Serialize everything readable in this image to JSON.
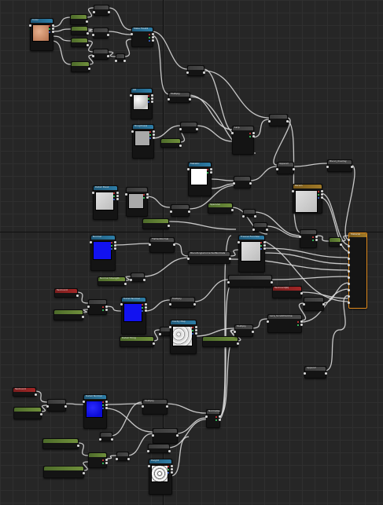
{
  "window": {
    "title": "Material Graph"
  },
  "colors": {
    "background": "#262626",
    "wire": "#d9d9d9",
    "texture_header": "#2e7ea8",
    "parameter_header": "#6f8f3b",
    "red_header": "#a32626",
    "result_border": "#e08a1c"
  },
  "nodes": [
    {
      "id": "n1",
      "kind": "tex",
      "preview": "skin",
      "title": "Color"
    },
    {
      "id": "n2",
      "kind": "param",
      "title": ""
    },
    {
      "id": "n3",
      "kind": "param",
      "title": ""
    },
    {
      "id": "n4",
      "kind": "param",
      "title": ""
    },
    {
      "id": "n5",
      "kind": "param",
      "title": ""
    },
    {
      "id": "n6",
      "kind": "math",
      "title": ""
    },
    {
      "id": "n7",
      "kind": "math",
      "title": ""
    },
    {
      "id": "n8",
      "kind": "math",
      "title": ""
    },
    {
      "id": "n9",
      "kind": "math",
      "title": ""
    },
    {
      "id": "n10",
      "kind": "tex",
      "title": "Make Float4"
    },
    {
      "id": "n11",
      "kind": "math",
      "title": ""
    },
    {
      "id": "n12",
      "kind": "tex",
      "preview": "noise",
      "title": "AO"
    },
    {
      "id": "n13",
      "kind": "math",
      "title": "Multiply"
    },
    {
      "id": "n14",
      "kind": "tex",
      "preview": "grey",
      "title": "Roughness"
    },
    {
      "id": "n15",
      "kind": "math",
      "title": ""
    },
    {
      "id": "n16",
      "kind": "param",
      "title": ""
    },
    {
      "id": "n17",
      "kind": "math",
      "title": "Lerp"
    },
    {
      "id": "n18",
      "kind": "math",
      "title": ""
    },
    {
      "id": "n19",
      "kind": "tex",
      "preview": "white",
      "title": "Metallic"
    },
    {
      "id": "n20",
      "kind": "math",
      "title": ""
    },
    {
      "id": "n21",
      "kind": "param",
      "title": "Specular"
    },
    {
      "id": "n22",
      "kind": "math",
      "title": ""
    },
    {
      "id": "n23",
      "kind": "math",
      "title": "Append"
    },
    {
      "id": "n24",
      "kind": "math",
      "title": "Blend_Overlay"
    },
    {
      "id": "n25",
      "kind": "gold",
      "preview": "lightgrey",
      "title": "Param"
    },
    {
      "id": "n26",
      "kind": "tex",
      "preview": "lightgrey",
      "title": "Detail Mask"
    },
    {
      "id": "n27",
      "kind": "math",
      "preview": "grey",
      "title": ""
    },
    {
      "id": "n28",
      "kind": "param",
      "title": ""
    },
    {
      "id": "n29",
      "kind": "math",
      "title": ""
    },
    {
      "id": "n30",
      "kind": "math",
      "title": ""
    },
    {
      "id": "n31",
      "kind": "tex",
      "preview": "blue",
      "title": "Normal"
    },
    {
      "id": "n32",
      "kind": "math",
      "title": "FlattenNormal"
    },
    {
      "id": "n33",
      "kind": "math",
      "title": "BlendAngleCorrectedNormals"
    },
    {
      "id": "n34",
      "kind": "tex",
      "preview": "lightgrey",
      "title": "Fresnel Function"
    },
    {
      "id": "n35",
      "kind": "math",
      "title": ""
    },
    {
      "id": "n36",
      "kind": "param",
      "title": "Normal Strength"
    },
    {
      "id": "n37",
      "kind": "math",
      "title": ""
    },
    {
      "id": "n38",
      "kind": "red",
      "title": "TexCoord"
    },
    {
      "id": "n39",
      "kind": "param",
      "title": ""
    },
    {
      "id": "n40",
      "kind": "math",
      "title": ""
    },
    {
      "id": "n41",
      "kind": "tex",
      "preview": "blue",
      "title": "Detail Normal"
    },
    {
      "id": "n42",
      "kind": "param",
      "title": "Detail Tiling"
    },
    {
      "id": "n43",
      "kind": "math",
      "title": "Multiply"
    },
    {
      "id": "n44",
      "kind": "math",
      "title": ""
    },
    {
      "id": "n45",
      "kind": "tex",
      "preview": "mottle",
      "title": "Cavity Map"
    },
    {
      "id": "n46",
      "kind": "math",
      "title": ""
    },
    {
      "id": "n47",
      "kind": "param",
      "title": ""
    },
    {
      "id": "n48",
      "kind": "math",
      "title": "Lerp_ScratchGrime"
    },
    {
      "id": "n49",
      "kind": "math",
      "title": "Multiply"
    },
    {
      "id": "n50",
      "kind": "red",
      "title": "TexCoord[0]"
    },
    {
      "id": "n51",
      "kind": "math",
      "title": ""
    },
    {
      "id": "n52",
      "kind": "param",
      "title": ""
    },
    {
      "id": "n53",
      "kind": "math",
      "title": "Append"
    },
    {
      "id": "n54",
      "kind": "result",
      "title": "Material"
    },
    {
      "id": "n55",
      "kind": "param",
      "title": ""
    },
    {
      "id": "n56",
      "kind": "red",
      "title": "TexCoord"
    },
    {
      "id": "n57",
      "kind": "param",
      "title": ""
    },
    {
      "id": "n58",
      "kind": "math",
      "title": ""
    },
    {
      "id": "n59",
      "kind": "tex",
      "preview": "bluen",
      "title": "Detail Normal"
    },
    {
      "id": "n60",
      "kind": "math",
      "title": "Multiply"
    },
    {
      "id": "n61",
      "kind": "math",
      "title": ""
    },
    {
      "id": "n62",
      "kind": "param",
      "title": ""
    },
    {
      "id": "n63",
      "kind": "param",
      "title": ""
    },
    {
      "id": "n64",
      "kind": "math",
      "title": ""
    },
    {
      "id": "n65",
      "kind": "math",
      "title": ""
    },
    {
      "id": "n66",
      "kind": "math",
      "title": "Normalize"
    },
    {
      "id": "n67",
      "kind": "math",
      "title": ""
    },
    {
      "id": "n68",
      "kind": "tex",
      "preview": "pebble",
      "title": "Height"
    }
  ]
}
